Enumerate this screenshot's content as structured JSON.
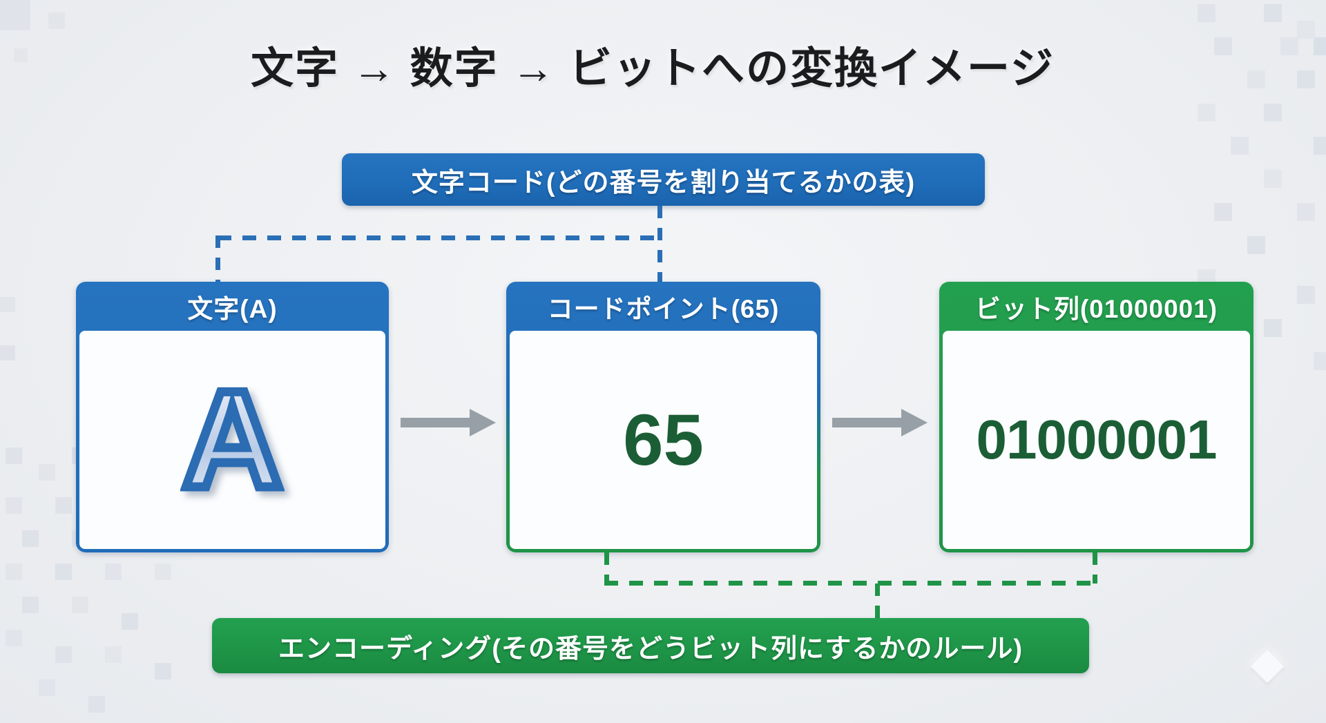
{
  "title": "文字 → 数字 → ビットへの変換イメージ",
  "top_banner": {
    "label": "文字コード(どの番号を割り当てるかの表)"
  },
  "bottom_banner": {
    "label": "エンコーディング(その番号をどうビット列にするかのルール)"
  },
  "boxes": [
    {
      "name": "character",
      "header": "文字(A)",
      "value": "A"
    },
    {
      "name": "codepoint",
      "header": "コードポイント(65)",
      "value": "65"
    },
    {
      "name": "bit-string",
      "header": "ビット列(01000001)",
      "value": "01000001"
    }
  ],
  "icons": {
    "arrow_right": "→",
    "diamond": "◆"
  },
  "colors": {
    "blue": "#1f6cb8",
    "green": "#1e9447",
    "value_text_green": "#1b5e36",
    "arrow_gray": "#98a0a7",
    "title_text": "#1b1c1e",
    "background": "#edeff2"
  }
}
